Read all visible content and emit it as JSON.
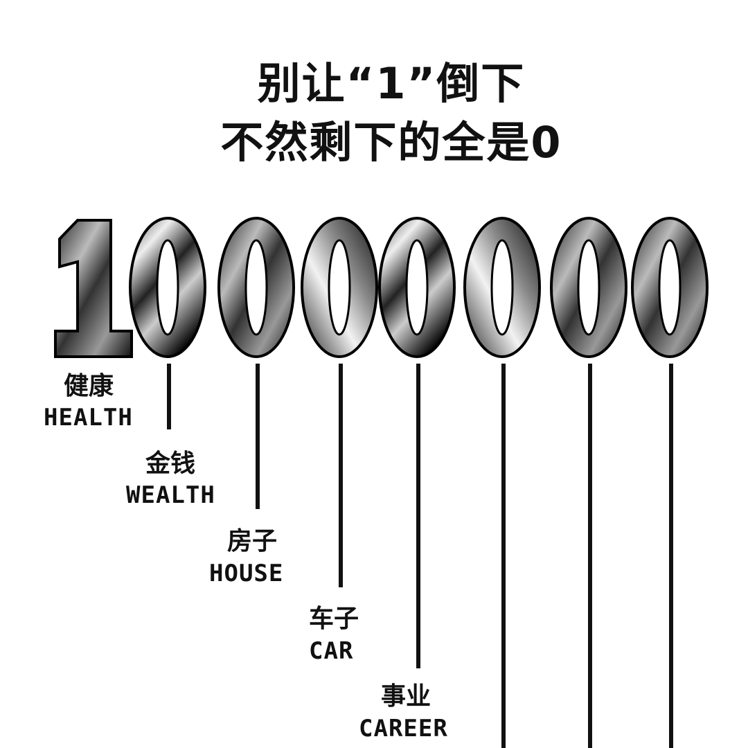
{
  "title": {
    "line1": "别让“1”倒下",
    "line2": "不然剩下的全是0"
  },
  "number": {
    "digits": [
      "1",
      "0",
      "0",
      "0",
      "0",
      "0",
      "0",
      "0"
    ]
  },
  "labels": [
    {
      "cn": "健康",
      "en": "HEALTH"
    },
    {
      "cn": "金钱",
      "en": "WEALTH"
    },
    {
      "cn": "房子",
      "en": "HOUSE"
    },
    {
      "cn": "车子",
      "en": "CAR"
    },
    {
      "cn": "事业",
      "en": "CAREER"
    }
  ],
  "colors": {
    "ink": "#111111",
    "background": "#ffffff"
  }
}
